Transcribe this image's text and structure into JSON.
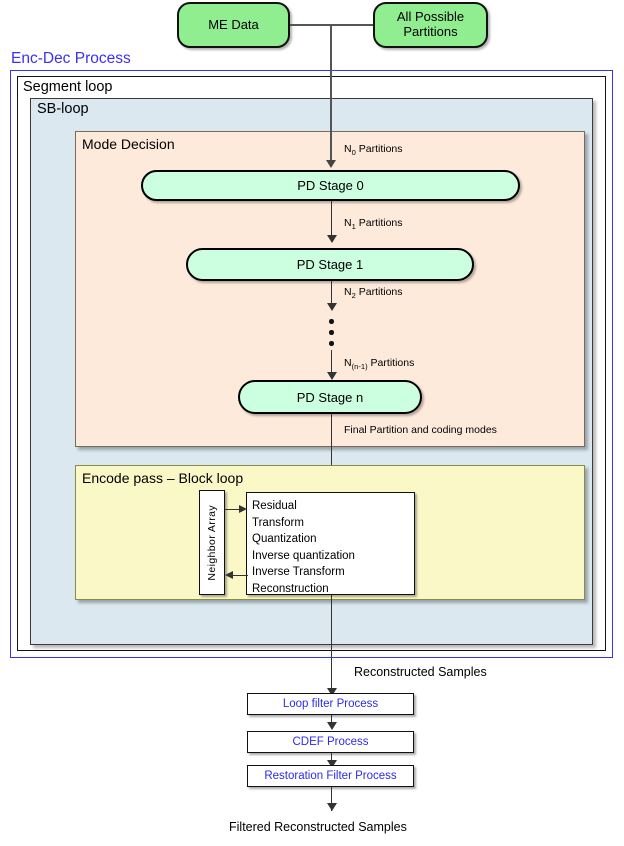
{
  "diagram": {
    "title_visible": false,
    "colors": {
      "terminator_green": "#90ee90",
      "stage_mint": "#ccffe0",
      "sbloop_blue": "#dbe8f0",
      "mode_decision_peach": "#fdeadb",
      "encode_pass_yellow": "#fbf8c8",
      "process_label_blue": "#3b30f0",
      "link_blue": "#2b2bee"
    }
  },
  "inputs": {
    "me_data": "ME Data",
    "all_possible_partitions": "All Possible\nPartitions",
    "all_possible_partitions_line1": "All Possible",
    "all_possible_partitions_line2": "Partitions"
  },
  "containers": {
    "enc_dec_process": "Enc-Dec Process",
    "segment_loop": "Segment loop",
    "sb_loop": "SB-loop",
    "mode_decision": "Mode Decision",
    "encode_pass": "Encode pass – Block loop"
  },
  "mode_decision": {
    "stages": [
      {
        "label": "PD Stage 0"
      },
      {
        "label": "PD Stage 1"
      },
      {
        "label": "PD Stage n"
      }
    ],
    "edge_labels": {
      "n0": "N",
      "n0_sub": "0",
      "n0_tail": " Partitions",
      "n1": "N",
      "n1_sub": "1",
      "n1_tail": " Partitions",
      "n2": "N",
      "n2_sub": "2",
      "n2_tail": " Partitions",
      "nn1": "N",
      "nn1_sub": "(n-1)",
      "nn1_tail": " Partitions",
      "final": "Final Partition and coding modes"
    }
  },
  "encode_pass": {
    "neighbor_array": "Neighbor Array",
    "operations": [
      "Residual",
      "Transform",
      "Quantization",
      "Inverse quantization",
      "Inverse Transform",
      "Reconstruction"
    ]
  },
  "post_filters": {
    "inbound_label": "Reconstructed Samples",
    "boxes": [
      {
        "label": "Loop filter Process"
      },
      {
        "label": "CDEF Process"
      },
      {
        "label": "Restoration Filter Process"
      }
    ],
    "output_label": "Filtered Reconstructed Samples"
  }
}
